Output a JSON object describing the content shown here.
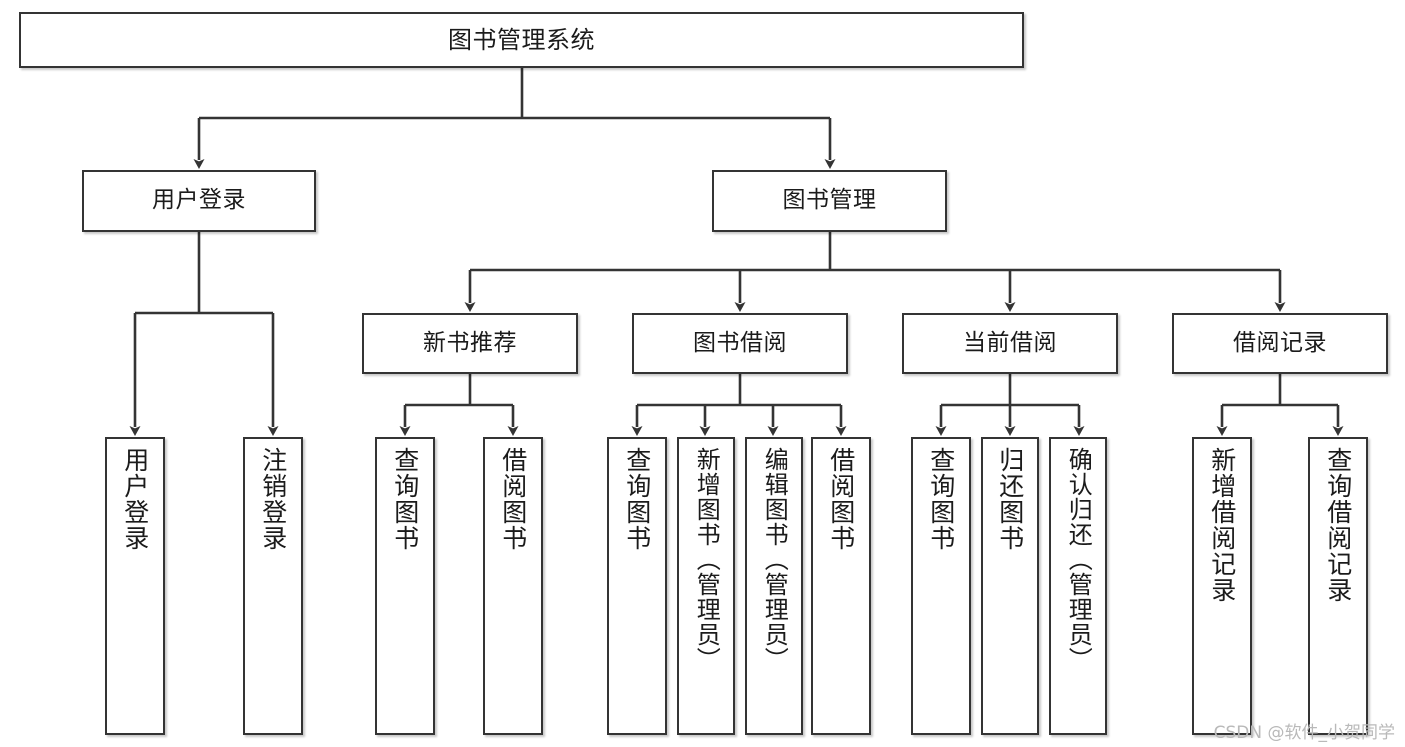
{
  "diagram": {
    "title": "图书管理系统",
    "watermark": "CSDN @软件_小贺同学",
    "colors": {
      "box_border": "#343434",
      "box_fill": "#ffffff",
      "edge": "#343434",
      "text": "#1b1b1b",
      "watermark": "#b9b9b9",
      "background": "#ffffff"
    },
    "nodes": {
      "root": {
        "label": "图书管理系统"
      },
      "level2": [
        {
          "id": "user-login",
          "label": "用户登录"
        },
        {
          "id": "book-manage",
          "label": "图书管理"
        }
      ],
      "level3": [
        {
          "id": "new-book-recommend",
          "label": "新书推荐"
        },
        {
          "id": "book-borrow",
          "label": "图书借阅"
        },
        {
          "id": "current-borrow",
          "label": "当前借阅"
        },
        {
          "id": "borrow-record",
          "label": "借阅记录"
        }
      ],
      "leaves": {
        "user-login": [
          {
            "id": "leaf-user-login",
            "label": "用户登录"
          },
          {
            "id": "leaf-user-logout",
            "label": "注销登录"
          }
        ],
        "new-book-recommend": [
          {
            "id": "leaf-query-book-1",
            "label": "查询图书"
          },
          {
            "id": "leaf-borrow-book-1",
            "label": "借阅图书"
          }
        ],
        "book-borrow": [
          {
            "id": "leaf-query-book-2",
            "label": "查询图书"
          },
          {
            "id": "leaf-add-book",
            "label": "新增图书（管理员）"
          },
          {
            "id": "leaf-edit-book",
            "label": "编辑图书（管理员）"
          },
          {
            "id": "leaf-borrow-book-2",
            "label": "借阅图书"
          }
        ],
        "current-borrow": [
          {
            "id": "leaf-query-book-3",
            "label": "查询图书"
          },
          {
            "id": "leaf-return-book",
            "label": "归还图书"
          },
          {
            "id": "leaf-confirm-return",
            "label": "确认归还（管理员）"
          }
        ],
        "borrow-record": [
          {
            "id": "leaf-add-record",
            "label": "新增借阅记录"
          },
          {
            "id": "leaf-query-record",
            "label": "查询借阅记录"
          }
        ]
      }
    }
  }
}
